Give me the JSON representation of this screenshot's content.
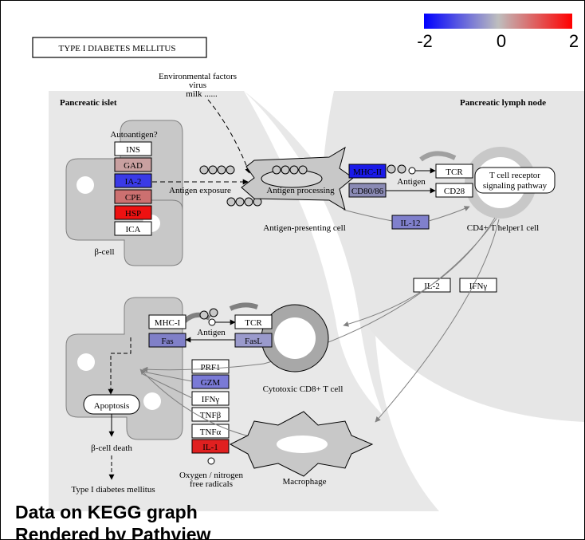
{
  "title": "TYPE I DIABETES MELLITUS",
  "legend": {
    "ticks": [
      "-2",
      "0",
      "2"
    ],
    "low_color": "#0000ff",
    "mid_color": "#bebebe",
    "high_color": "#ff0000"
  },
  "regions": {
    "islet": "Pancreatic islet",
    "lymph": "Pancreatic lymph node"
  },
  "env_factors": [
    "Environmental factors",
    "virus",
    "milk ......"
  ],
  "labels": {
    "autoantigen": "Autoantigen?",
    "beta_cell": "β-cell",
    "antigen_exposure": "Antigen exposure",
    "antigen_processing": "Antigen processing",
    "apc": "Antigen-presenting cell",
    "antigen_top": "Antigen",
    "antigen_bottom": "Antigen",
    "cd4": "CD4+ T helper1 cell",
    "tcr_pathway": [
      "T cell receptor",
      "signaling pathway"
    ],
    "ctl": "Cytotoxic CD8+ T cell",
    "apoptosis": "Apoptosis",
    "beta_death": "β-cell death",
    "t1dm": "Type I diabetes mellitus",
    "oxygen": [
      "Oxygen / nitrogen",
      "free radicals"
    ],
    "macrophage": "Macrophage"
  },
  "genes": {
    "INS": {
      "label": "INS",
      "color": "#ffffff"
    },
    "GAD": {
      "label": "GAD",
      "color": "#c9a0a0"
    },
    "IA2": {
      "label": "IA-2",
      "color": "#3a3ae6"
    },
    "CPE": {
      "label": "CPE",
      "color": "#cc7070"
    },
    "HSP": {
      "label": "HSP",
      "color": "#ee1111"
    },
    "ICA": {
      "label": "ICA",
      "color": "#ffffff"
    },
    "MHC2": {
      "label": "MHC-II",
      "color": "#1a1ae8"
    },
    "CD8086": {
      "label": "CD80/86",
      "color": "#8b8bb5"
    },
    "TCR_top": {
      "label": "TCR",
      "color": "#ffffff"
    },
    "CD28": {
      "label": "CD28",
      "color": "#ffffff"
    },
    "IL12": {
      "label": "IL-12",
      "color": "#8080cc"
    },
    "IL2": {
      "label": "IL-2",
      "color": "#ffffff"
    },
    "IFNG_top": {
      "label": "IFNγ",
      "color": "#ffffff"
    },
    "MHC1": {
      "label": "MHC-I",
      "color": "#ffffff"
    },
    "TCR_ctl": {
      "label": "TCR",
      "color": "#ffffff"
    },
    "Fas": {
      "label": "Fas",
      "color": "#8080c8"
    },
    "FasL": {
      "label": "FasL",
      "color": "#9a9acc"
    },
    "PRF1": {
      "label": "PRF1",
      "color": "#ffffff"
    },
    "GZM": {
      "label": "GZM",
      "color": "#7a7ad6"
    },
    "IFNG_mid": {
      "label": "IFNγ",
      "color": "#ffffff"
    },
    "TNFB": {
      "label": "TNFβ",
      "color": "#ffffff"
    },
    "TNFA": {
      "label": "TNFα",
      "color": "#ffffff"
    },
    "IL1": {
      "label": "IL-1",
      "color": "#e02020"
    }
  },
  "footer": [
    "Data on KEGG graph",
    "Rendered by Pathview"
  ]
}
